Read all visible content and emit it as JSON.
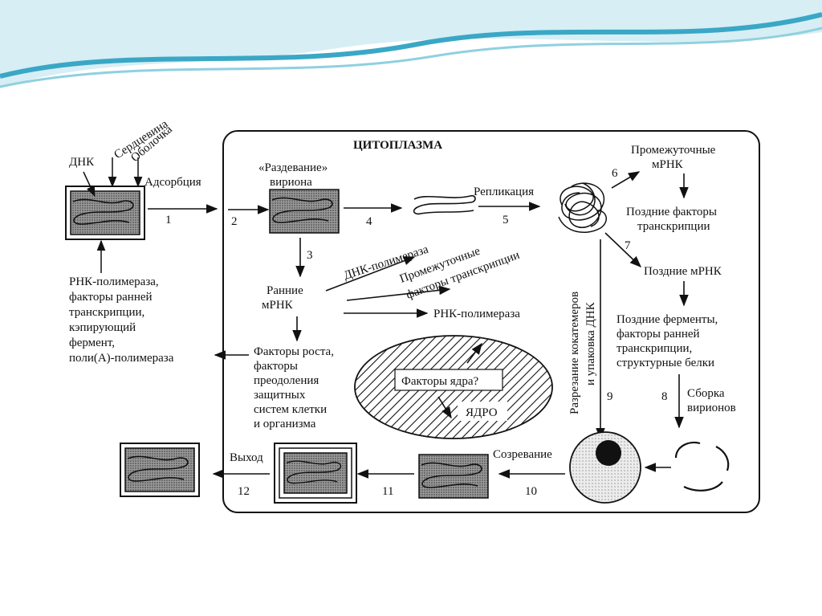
{
  "labels": {
    "cytoplasm": "ЦИТОПЛАЗМА",
    "dna": "ДНК",
    "core": "Сердцевина",
    "envelope": "Оболочка",
    "adsorption": "Адсорбция",
    "uncoating_1": "«Раздевание»",
    "uncoating_2": "вириона",
    "replication": "Репликация",
    "intermediate_mrna_1": "Промежуточные",
    "intermediate_mrna_2": "мРНК",
    "late_factors_1": "Поздние факторы",
    "late_factors_2": "транскрипции",
    "late_mrna": "Поздние мРНК",
    "dna_polymerase": "ДНК-полимераза",
    "interm_factors_1": "Промежуточные",
    "interm_factors_2": "факторы транскрипции",
    "early_mrna_1": "Ранние",
    "early_mrna_2": "мРНК",
    "rna_polymerase": "РНК-полимераза",
    "virion_enzymes": [
      "РНК-полимераза,",
      "факторы ранней",
      "транскрипции,",
      "кэпирующий",
      "фермент,",
      "поли(А)-полимераза"
    ],
    "growth_factors": [
      "Факторы роста,",
      "факторы",
      "преодоления",
      "защитных",
      "систем клетки",
      "и организма"
    ],
    "nuclear_factors": "Факторы ядра?",
    "nucleus": "ЯДРО",
    "concatemer_1": "Разрезание кокатемеров",
    "concatemer_2": "и упаковка ДНК",
    "late_products": [
      "Поздние ферменты,",
      "факторы ранней",
      "транскрипции,",
      "структурные белки"
    ],
    "assembly_1": "Сборка",
    "assembly_2": "вирионов",
    "maturation": "Созревание",
    "exit": "Выход"
  },
  "steps": [
    "1",
    "2",
    "3",
    "4",
    "5",
    "6",
    "7",
    "8",
    "9",
    "10",
    "11",
    "12"
  ],
  "colors": {
    "line": "#111111",
    "banner_light": "#d7eef4",
    "banner_dark": "#3aa7c6"
  }
}
